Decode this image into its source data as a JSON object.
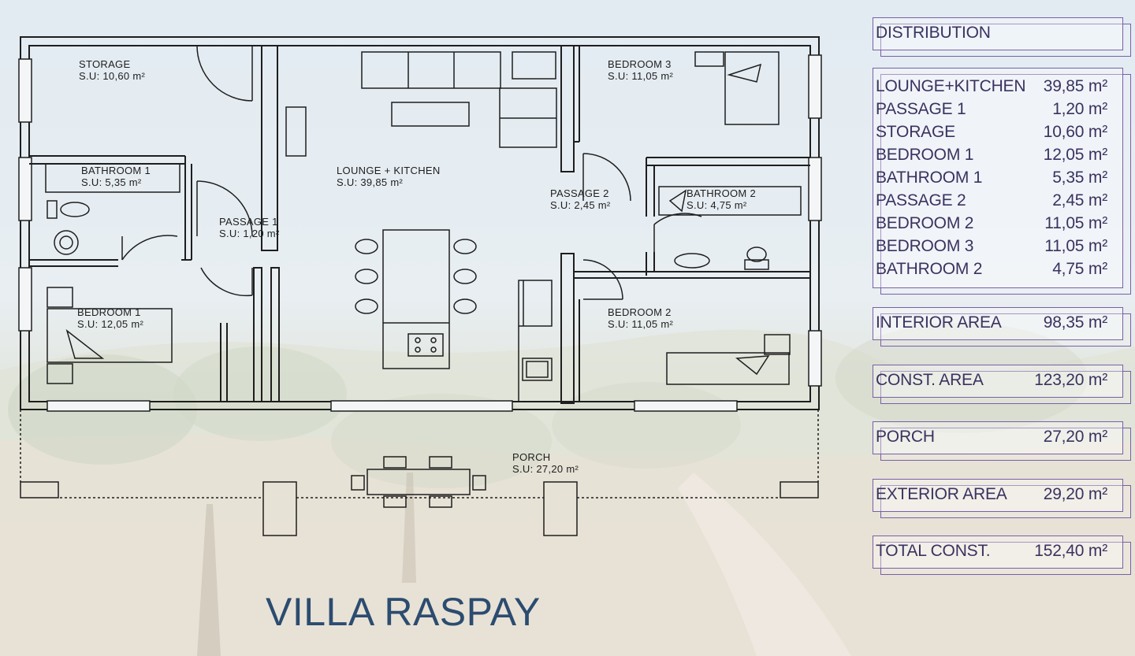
{
  "title": "VILLA RASPAY",
  "rooms": [
    {
      "key": "storage",
      "name": "STORAGE",
      "area": "S.U: 10,60 m²"
    },
    {
      "key": "bathroom1",
      "name": "BATHROOM 1",
      "area": "S.U: 5,35 m²"
    },
    {
      "key": "passage1",
      "name": "PASSAGE 1",
      "area": "S.U: 1,20 m²"
    },
    {
      "key": "bedroom1",
      "name": "BEDROOM 1",
      "area": "S.U: 12,05 m²"
    },
    {
      "key": "lounge",
      "name": "LOUNGE + KITCHEN",
      "area": "S.U: 39,85 m²"
    },
    {
      "key": "bedroom3",
      "name": "BEDROOM 3",
      "area": "S.U: 11,05 m²"
    },
    {
      "key": "passage2",
      "name": "PASSAGE 2",
      "area": "S.U: 2,45 m²"
    },
    {
      "key": "bathroom2",
      "name": "BATHROOM 2",
      "area": "S.U: 4,75 m²"
    },
    {
      "key": "bedroom2",
      "name": "BEDROOM 2",
      "area": "S.U: 11,05 m²"
    },
    {
      "key": "porch",
      "name": "PORCH",
      "area": "S.U: 27,20 m²"
    }
  ],
  "legend": {
    "heading": "DISTRIBUTION",
    "distribution": [
      {
        "label": "LOUNGE+KITCHEN",
        "value": "39,85 m²"
      },
      {
        "label": "PASSAGE 1",
        "value": "1,20 m²"
      },
      {
        "label": "STORAGE",
        "value": "10,60 m²"
      },
      {
        "label": "BEDROOM 1",
        "value": "12,05 m²"
      },
      {
        "label": "BATHROOM 1",
        "value": "5,35 m²"
      },
      {
        "label": "PASSAGE 2",
        "value": "2,45 m²"
      },
      {
        "label": "BEDROOM 2",
        "value": "11,05 m²"
      },
      {
        "label": "BEDROOM 3",
        "value": "11,05 m²"
      },
      {
        "label": "BATHROOM 2",
        "value": "4,75 m²"
      }
    ],
    "interior": {
      "label": "INTERIOR AREA",
      "value": "98,35 m²"
    },
    "const": {
      "label": "CONST. AREA",
      "value": "123,20 m²"
    },
    "porch": {
      "label": "PORCH",
      "value": "27,20 m²"
    },
    "exterior": {
      "label": "EXTERIOR AREA",
      "value": "29,20 m²"
    },
    "total": {
      "label": "TOTAL CONST.",
      "value": "152,40 m²"
    }
  },
  "colors": {
    "title": "#2c4c70",
    "legend_border": "#7a5fa8",
    "legend_text": "#3a3260",
    "walls": "#1e1e1e"
  }
}
